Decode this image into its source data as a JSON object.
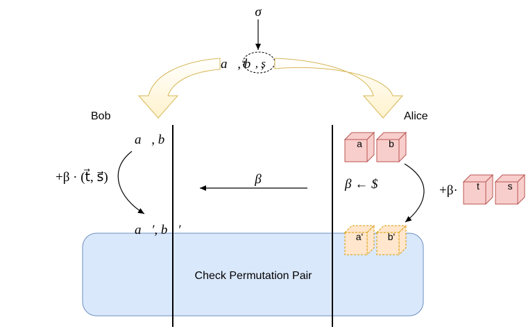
{
  "labels": {
    "sigma": "σ",
    "top_vectors": "a⃗, b⃗,",
    "top_hidden": "t⃗, s⃗",
    "bob": "Bob",
    "alice": "Alice",
    "bob_vectors": "a⃗, b⃗",
    "bob_add": "+β · (t⃗, s⃗)",
    "bob_result": "a⃗′, b⃗′",
    "beta_msg": "β",
    "alice_sample": "β ← $",
    "alice_add": "+β·",
    "check": "Check Permutation Pair"
  },
  "cubes": {
    "a": "a",
    "b": "b",
    "t": "t",
    "s": "s",
    "a_prime": "a'",
    "b_prime": "b'"
  },
  "colors": {
    "cube_red_front": "#f8cecc",
    "cube_red_stroke": "#b85450",
    "cube_orange_front": "#ffe6cc",
    "cube_orange_stroke": "#d79b00",
    "check_box_fill": "#dae8fc",
    "check_box_stroke": "#6c8ebf",
    "curved_arrow_fill": "#fff2cc",
    "curved_arrow_stroke": "#d6b656"
  }
}
